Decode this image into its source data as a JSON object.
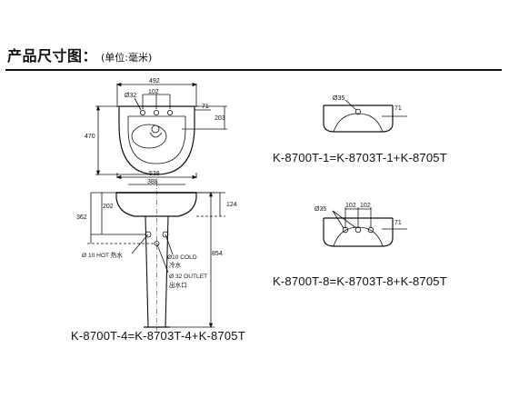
{
  "header": {
    "title": "产品尺寸图：",
    "unit": "(单位:毫米)"
  },
  "top_view": {
    "width": "492",
    "hole_dia": "Ø32",
    "hole_spacing": "102",
    "rim": "71",
    "depth_to_faucet": "203",
    "depth": "470"
  },
  "front_view": {
    "width": "538",
    "inner_width": "388",
    "rim_height": "124",
    "basin_depth": "202",
    "pedestal_offset": "362",
    "total_height": "854",
    "hot_label": "Ø 10 HOT 热水",
    "cold_label": "Ø10 COLD",
    "cold_cn": "冷水",
    "outlet_label": "Ø 32 OUTLET",
    "outlet_cn": "出水口"
  },
  "variant_1": {
    "hole_dia": "Ø35",
    "rim": "71",
    "caption": "K-8700T-1=K-8703T-1+K-8705T"
  },
  "variant_8": {
    "hole_dia": "Ø35",
    "spacing_a": "102",
    "spacing_b": "102",
    "rim": "71",
    "caption": "K-8700T-8=K-8703T-8+K-8705T"
  },
  "main_caption": "K-8700T-4=K-8703T-4+K-8705T"
}
